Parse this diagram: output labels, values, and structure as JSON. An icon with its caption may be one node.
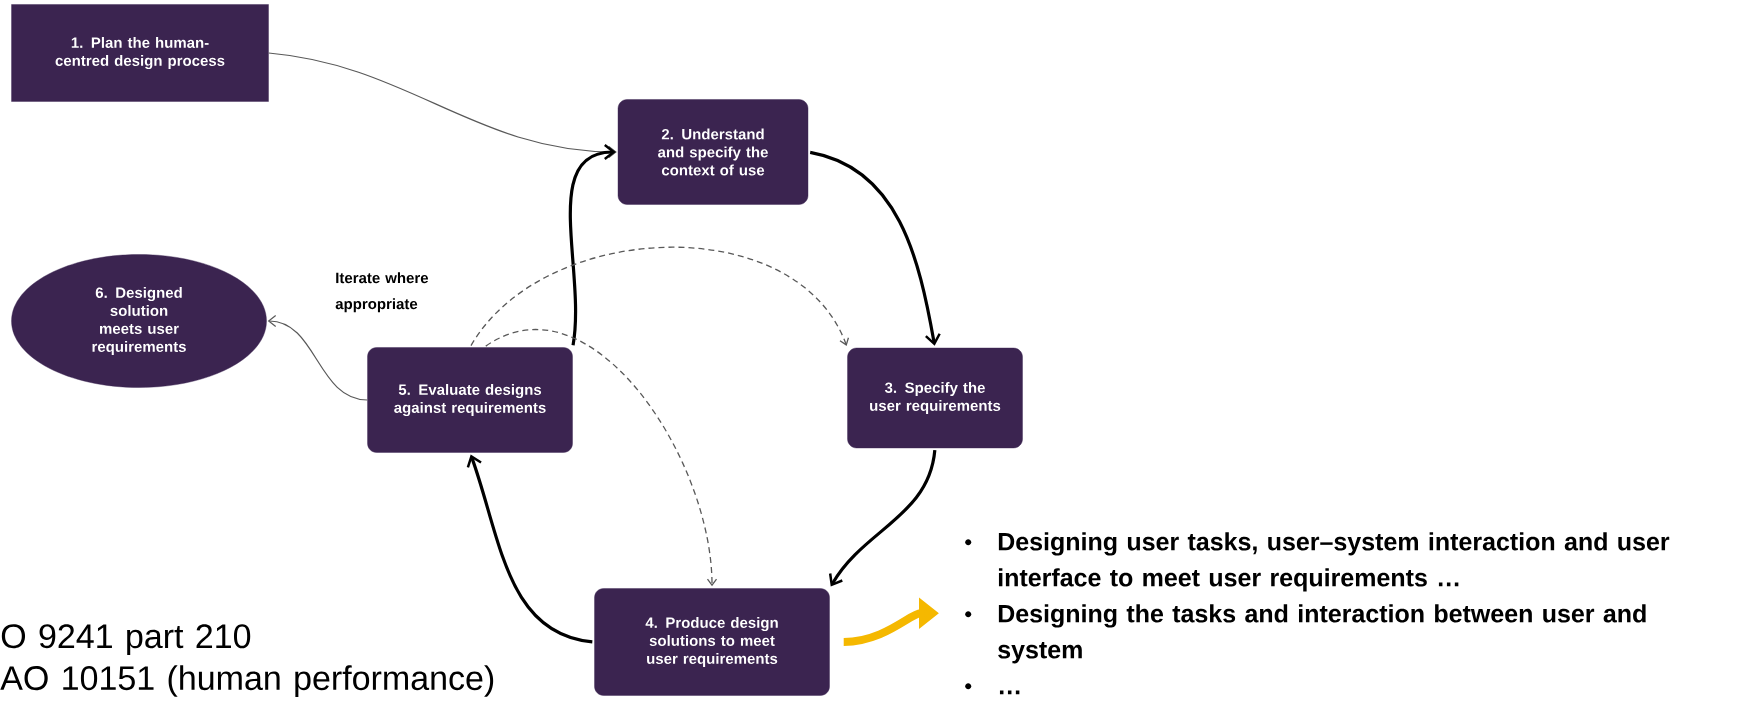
{
  "diagram": {
    "nodes": [
      {
        "text": [
          "1. Plan the human-centred design process"
        ]
      },
      {
        "text": [
          "2. Understand and specify the context of use"
        ]
      },
      {
        "text": [
          "3. Specify the user requirements"
        ]
      },
      {
        "text": [
          "4. Produce design solutions to meet user requirements"
        ]
      },
      {
        "text": [
          "5. Evaluate designs against requirements"
        ]
      },
      {
        "text": [
          "6. Designed solution meets user requirements"
        ]
      },
      {
        "text": [
          "Designing user tasks, user–system interaction and user interface to meet user requirements …",
          "Designing the tasks and interaction between user and system",
          "…"
        ]
      }
    ],
    "edges": [
      {
        "from": 0,
        "to": 1,
        "arrow": "to",
        "color": "#595959"
      },
      {
        "from": 1,
        "to": 2,
        "arrow": "to"
      },
      {
        "from": 2,
        "to": 3,
        "arrow": "to"
      },
      {
        "from": 3,
        "to": 4,
        "arrow": "to"
      },
      {
        "from": 4,
        "to": 1,
        "arrow": "to"
      },
      {
        "from": 4,
        "to": 5,
        "arrow": "to",
        "color": "#595959"
      },
      {
        "from": 4,
        "to": 2,
        "arrow": "to",
        "style": "dashed"
      },
      {
        "from": 4,
        "to": 3,
        "arrow": "to",
        "style": "dashed"
      },
      {
        "from": 3,
        "to": 6,
        "arrow": "to",
        "style": "thick",
        "color": "#f5b800"
      }
    ],
    "labels": [
      "Iterate where appropriate",
      "O 9241 part 210",
      "AO 10151 (human performance)"
    ]
  }
}
